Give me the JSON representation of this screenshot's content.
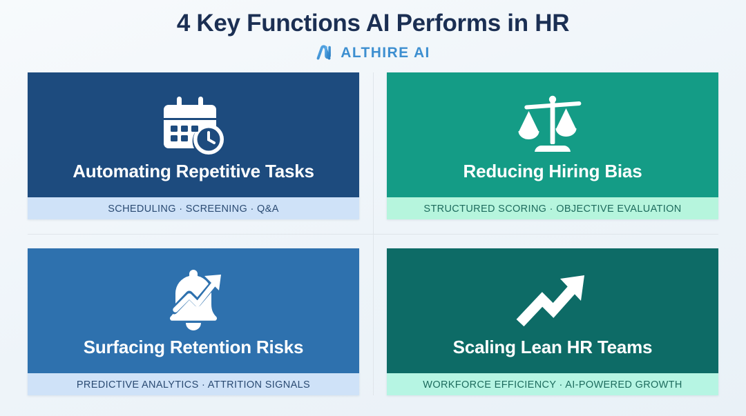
{
  "header": {
    "title": "4 Key Functions AI Performs in HR",
    "brand_name": "ALTHIRE AI",
    "brand_mark_icon": "althire-logo-mark",
    "brand_color": "#3d8fd0",
    "title_color": "#1b2f53"
  },
  "background_color": "#f4f8fb",
  "cards": [
    {
      "title": "Automating Repetitive Tasks",
      "footer": "SCHEDULING · SCREENING · Q&A",
      "icon": "calendar-clock-icon",
      "background_color": "#1d4b7e",
      "footer_background_color": "#cfe2f8",
      "footer_text_color": "#2a4a72"
    },
    {
      "title": "Reducing Hiring Bias",
      "footer": "STRUCTURED SCORING · OBJECTIVE EVALUATION",
      "icon": "balance-scales-icon",
      "background_color": "#149c86",
      "footer_background_color": "#b6f5dd",
      "footer_text_color": "#1d6b5d"
    },
    {
      "title": "Surfacing Retention Risks",
      "footer": "PREDICTIVE ANALYTICS · ATTRITION SIGNALS",
      "icon": "bell-trending-arrow-icon",
      "background_color": "#2e71ae",
      "footer_background_color": "#cfe2f8",
      "footer_text_color": "#2a4a72"
    },
    {
      "title": "Scaling Lean HR Teams",
      "footer": "WORKFORCE EFFICIENCY · AI-POWERED GROWTH",
      "icon": "trending-up-arrow-icon",
      "background_color": "#0d6b66",
      "footer_background_color": "#b6f5e3",
      "footer_text_color": "#1d6b5d"
    }
  ]
}
